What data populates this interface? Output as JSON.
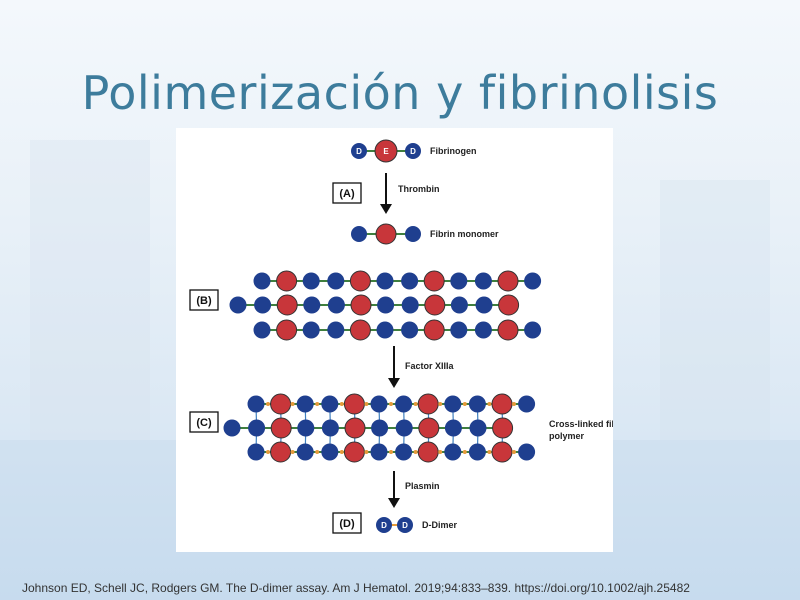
{
  "slide": {
    "title": "Polimerización y fibrinolisis",
    "citation": "Johnson ED, Schell JC, Rodgers GM. The D-dimer assay. Am J Hematol. 2019;94:833–839. https://doi.org/10.1002/ajh.25482"
  },
  "diagram": {
    "step_a": "(A)",
    "step_b": "(B)",
    "step_c": "(C)",
    "step_d": "(D)",
    "fibrinogen": "Fibrinogen",
    "thrombin": "Thrombin",
    "fibrin_monomer": "Fibrin monomer",
    "factor_xiiia": "Factor XIIIa",
    "crosslinked_1": "Cross-linked fibrin",
    "crosslinked_2": "polymer",
    "plasmin": "Plasmin",
    "d_dimer": "D-Dimer",
    "node_d": "D",
    "node_e": "E"
  },
  "colors": {
    "d_domain": "#1f3f8f",
    "e_domain": "#c8363a",
    "crosslink": "#e59a3a",
    "link": "#3f7f3f",
    "title": "#3d7c9c"
  }
}
